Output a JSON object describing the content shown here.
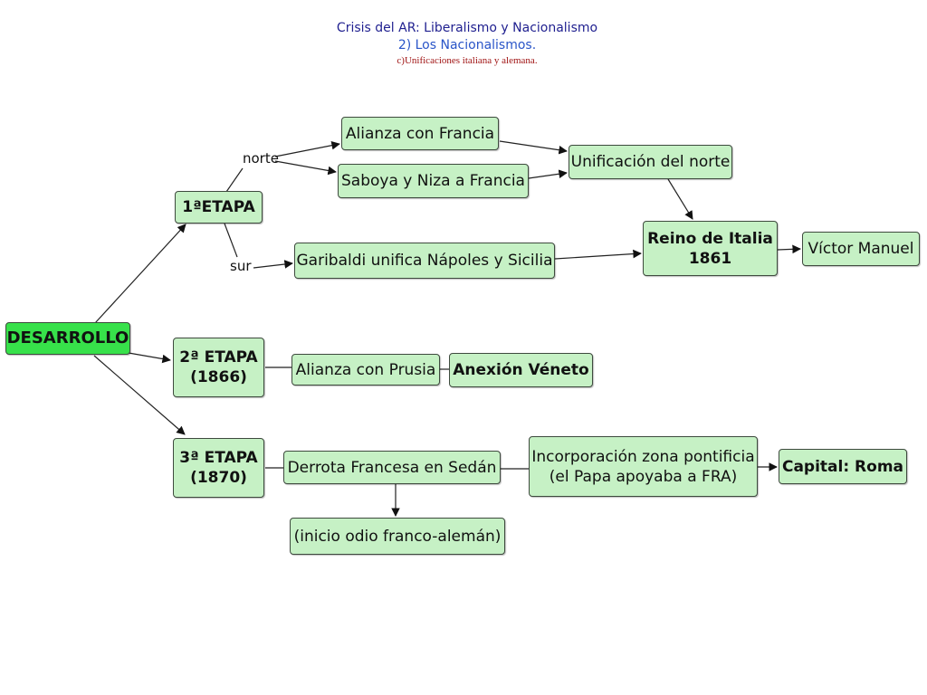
{
  "header": {
    "title": "Crisis del AR: Liberalismo y Nacionalismo",
    "subtitle": "2) Los Nacionalismos.",
    "section": "c)Unificaciones italiana y alemana."
  },
  "colors": {
    "node_fill": "#c6f1c5",
    "root_fill": "#37e14a",
    "node_border": "#3e4a3e",
    "title": "#1f1f8f",
    "subtitle": "#2a55c8",
    "section": "#a01414"
  },
  "nodes": {
    "desarrollo": "DESARROLLO",
    "etapa1": "1ªETAPA",
    "etapa2_l1": "2ª ETAPA",
    "etapa2_l2": "(1866)",
    "etapa3_l1": "3ª ETAPA",
    "etapa3_l2": "(1870)",
    "alianza_francia": "Alianza con Francia",
    "saboya_niza": "Saboya y Niza a Francia",
    "unificacion_norte": "Unificación del norte",
    "garibaldi": "Garibaldi unifica Nápoles y Sicilia",
    "reino_l1": "Reino de Italia",
    "reino_l2": "1861",
    "victor_manuel": "Víctor Manuel",
    "alianza_prusia": "Alianza con Prusia",
    "anexion_veneto": "Anexión Véneto",
    "derrota_sedan": "Derrota Francesa en Sedán",
    "odio": "(inicio odio franco-alemán)",
    "incorp_l1": "Incorporación zona pontificia",
    "incorp_l2": "(el Papa apoyaba a FRA)",
    "capital_roma": "Capital: Roma"
  },
  "edge_labels": {
    "norte": "norte",
    "sur": "sur"
  }
}
